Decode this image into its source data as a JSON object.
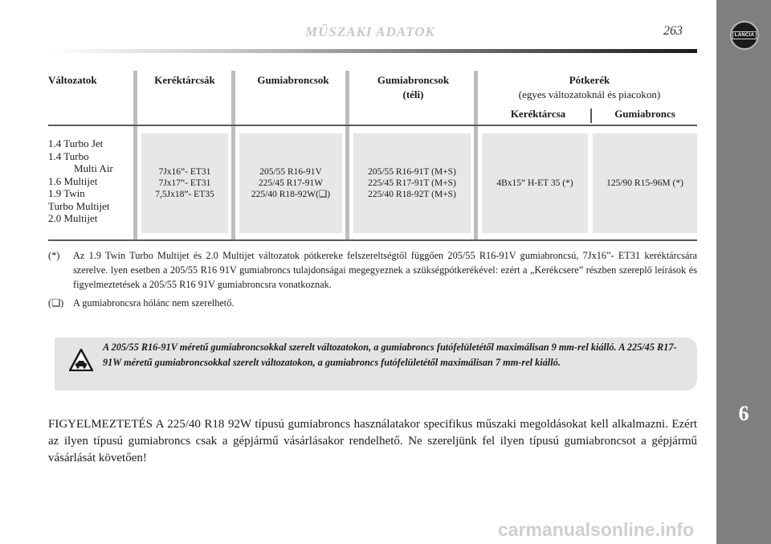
{
  "header": {
    "title": "MŰSZAKI ADATOK",
    "page_number": "263",
    "logo_text": "LANCIA"
  },
  "side_tab": {
    "chapter": "6"
  },
  "table": {
    "headers": {
      "variants": "Változatok",
      "rims": "Keréktárcsák",
      "tyres": "Gumiabroncsok",
      "winter_tyres_line1": "Gumiabroncsok",
      "winter_tyres_line2": "(téli)",
      "spare": "Pótkerék",
      "spare_note": "(egyes változatoknál és piacokon)",
      "spare_rim": "Keréktárcsa",
      "spare_tyre": "Gumiabroncs"
    },
    "variants": [
      "1.4 Turbo Jet",
      "1.4 Turbo",
      "Multi Air",
      "1.6 Multijet",
      "1.9 Twin",
      "Turbo Multijet",
      "2.0 Multijet"
    ],
    "rims": [
      "7Jx16”- ET31",
      "7Jx17”- ET31",
      "7,5Jx18”- ET35"
    ],
    "tyres": [
      "205/55 R16-91V",
      "225/45 R17-91W",
      "225/40 R18-92W(❏)"
    ],
    "winter_tyres": [
      "205/55 R16-91T (M+S)",
      "225/45 R17-91T (M+S)",
      "225/40 R18-92T (M+S)"
    ],
    "spare_rim": "4Bx15” H-ET 35 (*)",
    "spare_tyre": "125/90 R15-96M (*)"
  },
  "notes": {
    "star_marker": "(*)",
    "star_text": "Az 1.9 Twin Turbo Multijet és 2.0 Multijet változatok pótkereke felszereltségtől függően 205/55 R16-91V gumiabroncsú, 7Jx16”- ET31 keréktárcsára szerelve. lyen esetben a 205/55 R16 91V gumiabroncs tulajdonságai megegyeznek a szükségpótkerékével: ezért a „Kerékcsere” részben szereplő leírások és figyelmeztetések a 205/55 R16 91V gumiabroncsra vonatkoznak.",
    "box_marker": "(❏)",
    "box_text": "A gumiabroncsra hólánc nem szerelhető."
  },
  "warning_box": {
    "text": "A 205/55 R16-91V méretű gumiabroncsokkal szerelt változatokon, a gumiabroncs futófelületétől maximálisan 9 mm-rel kiálló. A 225/45 R17-91W méretű gumiabroncsokkal szerelt változatokon, a gumiabroncs futófelületétől maximálisan 7 mm-rel kiálló."
  },
  "warning_paragraph": "FIGYELMEZTETÉS A 225/40 R18 92W típusú gumiabroncs használatakor specifikus műszaki megoldásokat kell alkalmazni. Ezért az ilyen típusú gumiabroncs csak a gépjármű vásárlásakor rendelhető. Ne szereljünk fel ilyen típusú gumiabroncsot a gépjármű vásárlását követően!",
  "footer": {
    "watermark": "carmanualsonline.info"
  }
}
